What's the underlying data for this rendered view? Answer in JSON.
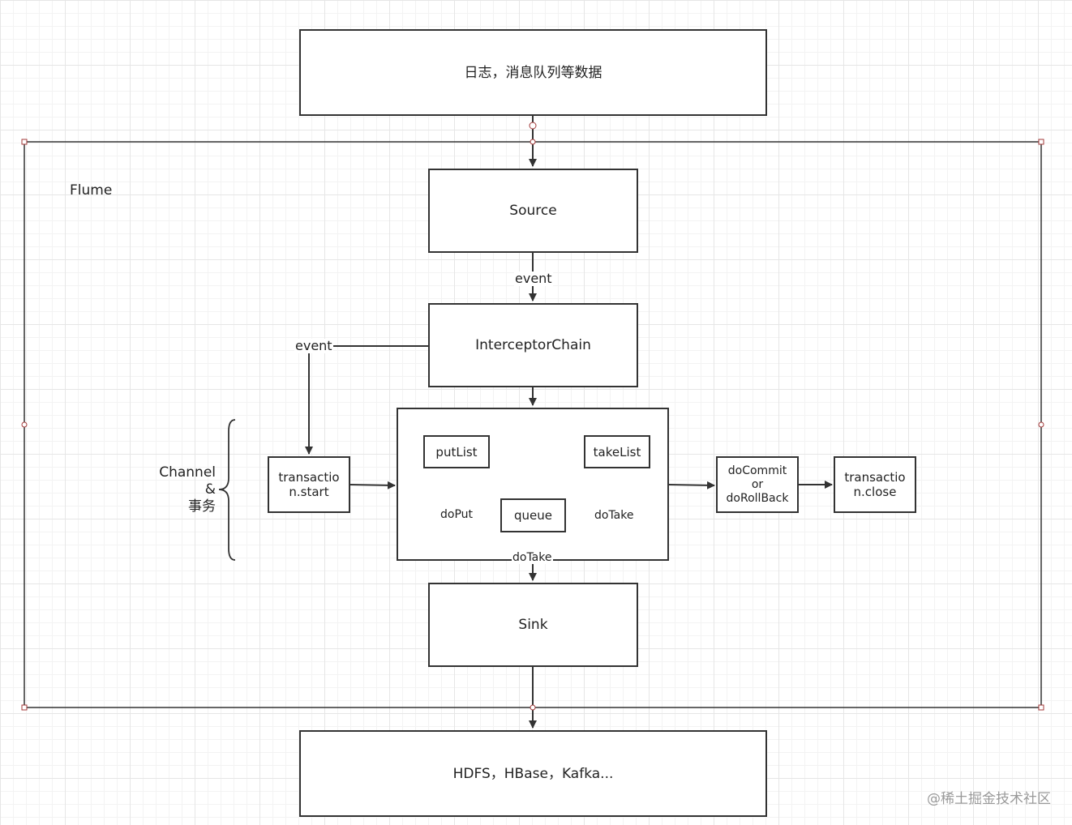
{
  "nodes": {
    "data_source": "日志，消息队列等数据",
    "source": "Source",
    "interceptor_chain": "InterceptorChain",
    "transaction_start": "transactio\nn.start",
    "put_list": "putList",
    "take_list": "takeList",
    "queue": "queue",
    "commit_rollback": "doCommit\nor\ndoRollBack",
    "transaction_close": "transactio\nn.close",
    "sink": "Sink",
    "destination": "HDFS，HBase，Kafka..."
  },
  "labels": {
    "flume": "Flume",
    "channel_group": "Channel\n&\n事务",
    "event_source_to_interceptor": "event",
    "event_interceptor_to_transaction": "event",
    "do_put": "doPut",
    "do_take_take_list": "doTake",
    "do_take_sink": "doTake"
  },
  "watermark": "@稀土掘金技术社区",
  "colors": {
    "stroke": "#333333",
    "selection_handle": "#a33a3a",
    "grid": "#e6e6e6"
  }
}
